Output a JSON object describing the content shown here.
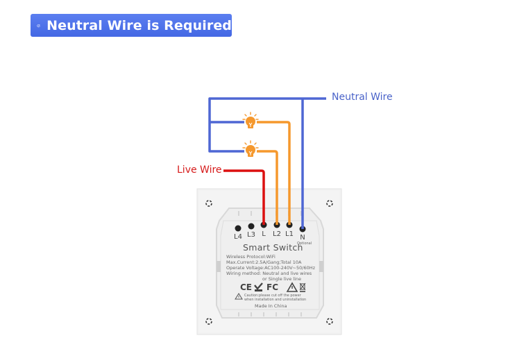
{
  "badge": {
    "icon": "check-circle-icon",
    "text": "Neutral Wire is Required"
  },
  "labels": {
    "neutral_wire": "Neutral Wire",
    "live_wire": "Live Wire"
  },
  "colors": {
    "neutral": "#4e67d4",
    "live": "#dc1010",
    "load": "#f5982d",
    "bulb": "#f5982d",
    "badge": "#4f73e8"
  },
  "switch": {
    "terminals": [
      "L4",
      "L3",
      "L",
      "L2",
      "L1",
      "N"
    ],
    "n_note": "Optional",
    "title": "Smart Switch",
    "specs": [
      "Wireless Protocol:WiFi",
      "Max.Current:2.5A/Gang;Total 10A",
      "Operate Voltage:AC100-240V~50/60Hz",
      "Wiring method: Neutral and live wires",
      "or Single live line"
    ],
    "cert_marks": [
      "CE",
      "FC"
    ],
    "caution": [
      "Caution:please cut off the power",
      "when installation and uninstallation"
    ],
    "made_in": "Made In China"
  }
}
